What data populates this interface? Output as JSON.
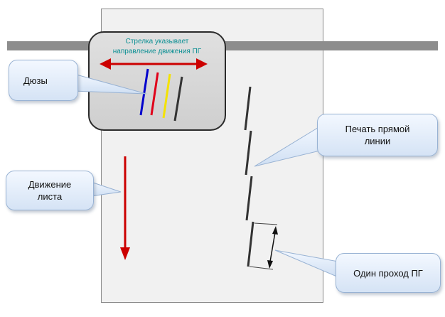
{
  "print_head": {
    "caption_line1": "Стрелка указывает",
    "caption_line2": "направление движения ПГ",
    "nozzle_colors": [
      "#0000cc",
      "#e0001a",
      "#f4e200",
      "#333333"
    ]
  },
  "callouts": {
    "nozzles": "Дюзы",
    "sheet_movement_line1": "Движение",
    "sheet_movement_line2": "листа",
    "straight_line_line1": "Печать прямой",
    "straight_line_line2": "линии",
    "one_pass": "Один проход ПГ"
  },
  "colors": {
    "arrow_red": "#cc0000",
    "callout_fill": "#e3edf9",
    "callout_border": "#98b2d3",
    "caption_teal": "#0c8f93",
    "rail_gray": "#8d8d8d",
    "sheet_fill": "#f1f1f1"
  }
}
